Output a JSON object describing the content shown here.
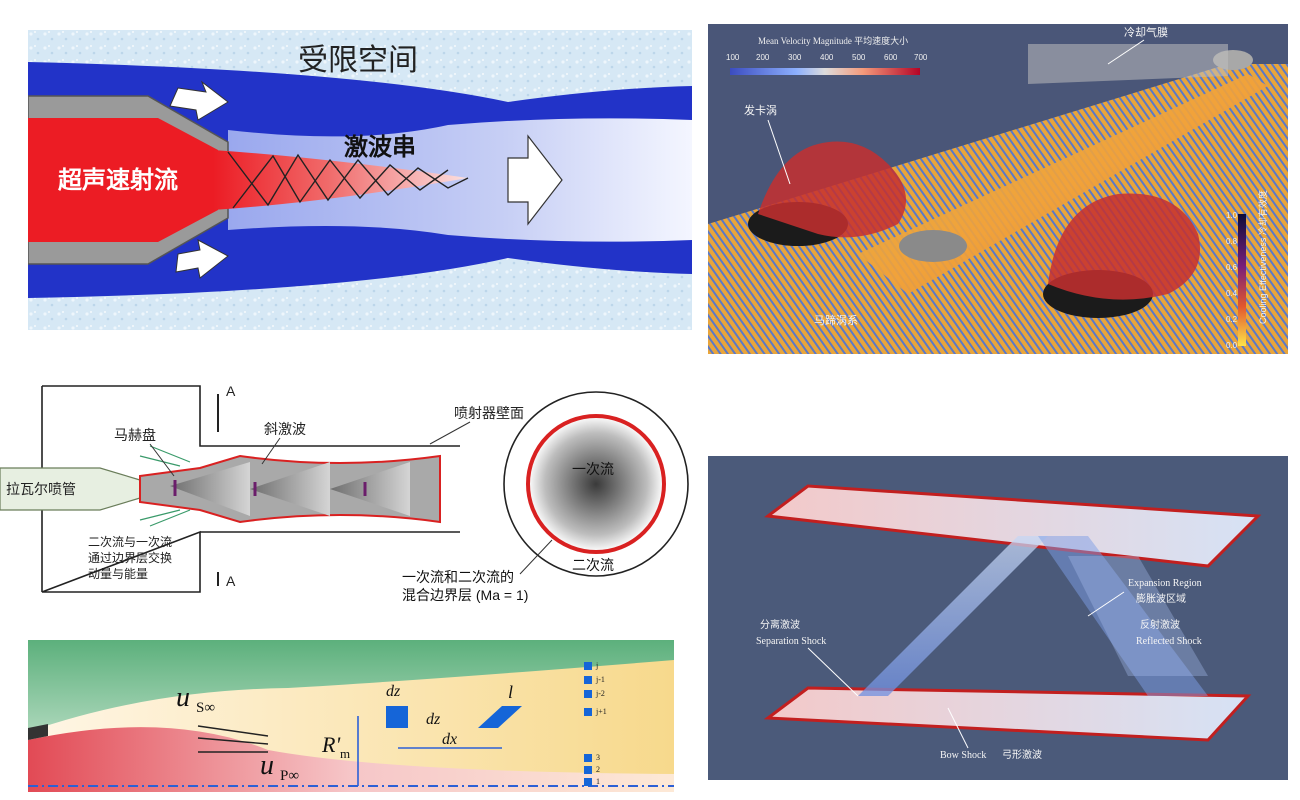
{
  "panel1": {
    "confined_space": "受限空间",
    "supersonic_jet": "超声速射流",
    "shock_train": "激波串"
  },
  "panel2": {
    "colorbar_title": "Mean Velocity Magnitude  平均速度大小",
    "colorbar_ticks": [
      "100",
      "200",
      "300",
      "400",
      "500",
      "600",
      "700"
    ],
    "cooling_label": "冷却气膜",
    "hairpin_label": "发卡涡",
    "horseshoe_label": "马蹄涡系",
    "effectiveness_title": "Cooling Effectiveness  冷却有效度",
    "effectiveness_ticks": [
      "1.0",
      "0.8",
      "0.6",
      "0.4",
      "0.2",
      "0.0"
    ]
  },
  "panel3": {
    "section_top": "A",
    "section_bottom": "A",
    "mach_disk": "马赫盘",
    "oblique_shock": "斜激波",
    "injector_wall": "喷射器壁面",
    "laval_nozzle": "拉瓦尔喷管",
    "exchange_line1": "二次流与一次流",
    "exchange_line2": "通过边界层交换",
    "exchange_line3": "动量与能量",
    "primary_flow": "一次流",
    "secondary_flow": "二次流",
    "mixing_line1": "一次流和二次流的",
    "mixing_line2": "混合边界层 (Ma = 1)"
  },
  "panel4": {
    "expansion_en": "Expansion Region",
    "expansion_cn": "膨胀波区域",
    "separation_cn": "分离激波",
    "separation_en": "Separation Shock",
    "reflected_cn": "反射激波",
    "reflected_en": "Reflected Shock",
    "bow_en": "Bow Shock",
    "bow_cn": "弓形激波"
  },
  "panel5": {
    "u_s": "u",
    "u_s_sub": "S∞",
    "u_p": "u",
    "u_p_sub": "P∞",
    "r_m": "R'",
    "r_m_sub": "m",
    "dz_top": "dz",
    "dz_side": "dz",
    "dx": "dx",
    "l": "l",
    "j_labels": [
      "j",
      "j-1",
      "j-2",
      "j+1",
      "3",
      "2",
      "1"
    ]
  }
}
